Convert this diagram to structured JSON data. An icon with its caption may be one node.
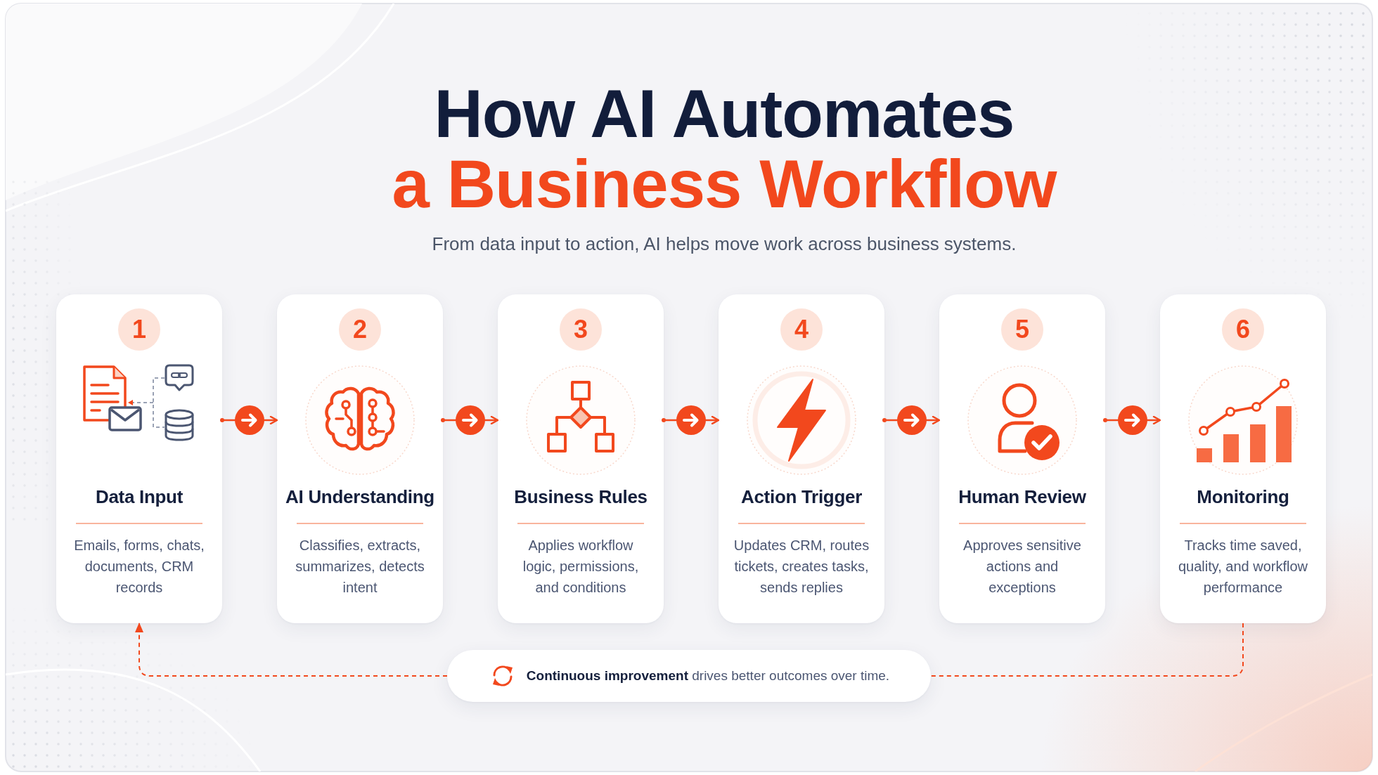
{
  "diagram": {
    "title": "How AI Automates **a Business Workflow**",
    "nodes": [
      {
        "text": [
          "Data Input",
          "Emails, forms, chats, documents, CRM records"
        ]
      },
      {
        "text": [
          "1"
        ],
        "in": 0
      },
      {
        "text": [
          "AI Understanding",
          "Classifies, extracts, summarizes, detects intent"
        ]
      },
      {
        "text": [
          "2"
        ],
        "in": 2
      },
      {
        "text": [
          "Business Rules",
          "Applies workflow logic, permissions, and conditions"
        ]
      },
      {
        "text": [
          "3"
        ],
        "in": 4
      },
      {
        "text": [
          "Action Trigger",
          "Updates CRM, routes tickets, creates tasks, sends replies"
        ]
      },
      {
        "text": [
          "4"
        ],
        "in": 6
      },
      {
        "text": [
          "Human Review",
          "Approves sensitive actions and exceptions"
        ]
      },
      {
        "text": [
          "5"
        ],
        "in": 8
      },
      {
        "text": [
          "Monitoring",
          "Tracks time saved, quality, and workflow performance"
        ]
      },
      {
        "text": [
          "6"
        ],
        "in": 10
      },
      {
        "text": [
          "**Continuous improvement** drives better outcomes over time."
        ]
      }
    ],
    "edges": [
      {
        "from": 0,
        "to": 2,
        "arrow": "to"
      },
      {
        "from": 2,
        "to": 4,
        "arrow": "to"
      },
      {
        "from": 4,
        "to": 6,
        "arrow": "to"
      },
      {
        "from": 6,
        "to": 8,
        "arrow": "to"
      },
      {
        "from": 8,
        "to": 10,
        "arrow": "to"
      },
      {
        "from": 10,
        "to": 12,
        "arrow": "none",
        "style": "dashed"
      },
      {
        "from": 12,
        "to": 0,
        "arrow": "to",
        "style": "dashed"
      }
    ],
    "labels": [
      "From data input to action, AI helps move work across business systems."
    ]
  }
}
